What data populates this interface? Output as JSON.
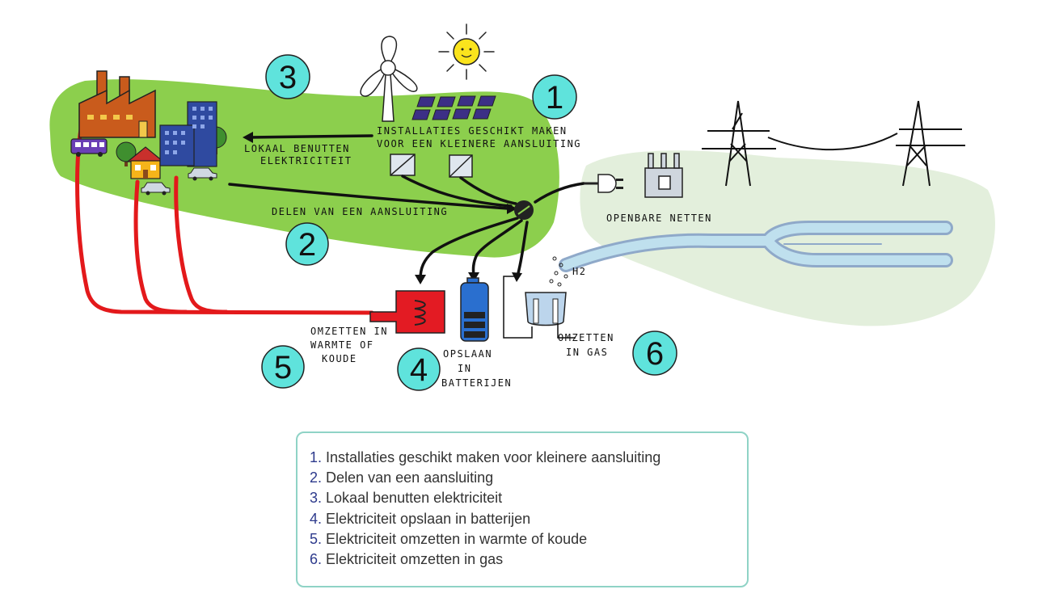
{
  "diagram": {
    "labels": {
      "installaties_line1": "INSTALLATIES GESCHIKT MAKEN",
      "installaties_line2": "VOOR EEN KLEINERE AANSLUITING",
      "lokaal_line1": "LOKAAL BENUTTEN",
      "lokaal_line2": "ELEKTRICITEIT",
      "delen": "DELEN VAN EEN AANSLUITING",
      "openbare": "OPENBARE NETTEN",
      "warmte_line1": "OMZETTEN IN",
      "warmte_line2": "WARMTE OF",
      "warmte_line3": "KOUDE",
      "opslaan_line1": "OPSLAAN",
      "opslaan_line2": "IN",
      "opslaan_line3": "BATTERIJEN",
      "gas_line1": "OMZETTEN",
      "gas_line2": "IN GAS",
      "h2": "H2"
    },
    "numbers": [
      "1",
      "2",
      "3",
      "4",
      "5",
      "6"
    ],
    "colors": {
      "green_area": "#8ccf4d",
      "grid_area": "#e3efdc",
      "number_circle": "#5fe3dc",
      "heat_cable": "#e3191b",
      "factory": "#c95b1c",
      "office": "#2f4aa0",
      "house": "#f5b41a",
      "solar_panel": "#3c2f86",
      "heat_pump": "#e31b23",
      "battery": "#2a6fcf",
      "pipe": "#bfe0ee"
    },
    "icons": [
      "factory-icon",
      "office-building-icon",
      "house-icon",
      "tree-icon",
      "bus-icon",
      "car-icon",
      "wind-turbine-icon",
      "sun-icon",
      "solar-panel-icon",
      "inverter-icon",
      "connection-hub-icon",
      "plug-icon",
      "transformer-icon",
      "power-pylon-icon",
      "gas-pipeline-icon",
      "heat-pump-icon",
      "battery-icon",
      "electrolyser-icon"
    ]
  },
  "legend": {
    "items": [
      {
        "num": "1.",
        "text": "Installaties geschikt maken voor kleinere aansluiting"
      },
      {
        "num": "2.",
        "text": "Delen van een aansluiting"
      },
      {
        "num": "3.",
        "text": "Lokaal benutten elektriciteit"
      },
      {
        "num": "4.",
        "text": "Elektriciteit opslaan in batterijen"
      },
      {
        "num": "5.",
        "text": "Elektriciteit omzetten in warmte of koude"
      },
      {
        "num": "6.",
        "text": "Elektriciteit omzetten in gas"
      }
    ]
  }
}
